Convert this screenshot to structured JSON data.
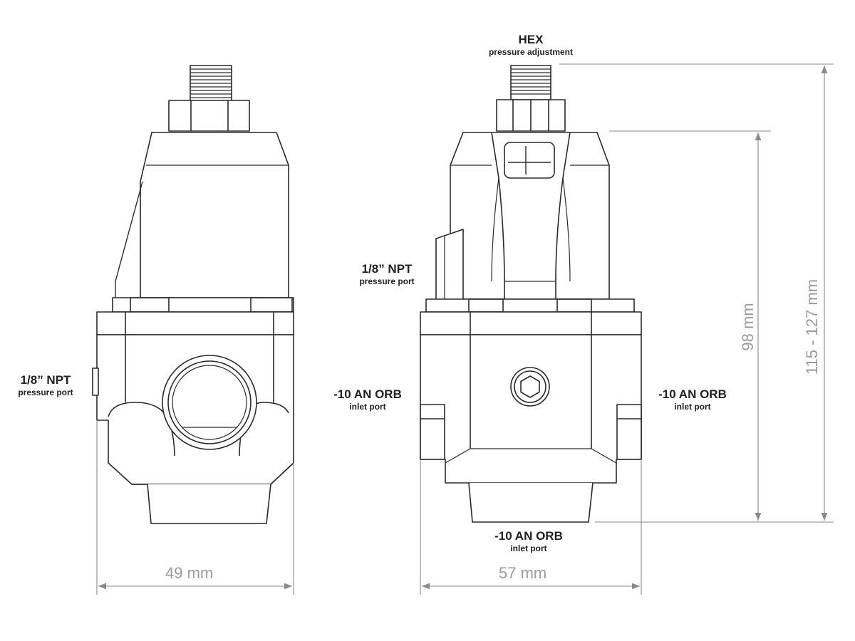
{
  "labels": {
    "hex": {
      "main": "HEX",
      "sub": "pressure adjustment"
    },
    "npt_right_view": {
      "main": "1/8” NPT",
      "sub": "pressure port"
    },
    "npt_left_view": {
      "main": "1/8” NPT",
      "sub": "pressure port"
    },
    "orb_left": {
      "main": "-10 AN ORB",
      "sub": "inlet port"
    },
    "orb_right": {
      "main": "-10 AN ORB",
      "sub": "inlet port"
    },
    "orb_bottom": {
      "main": "-10 AN ORB",
      "sub": "inlet port"
    }
  },
  "dimensions": {
    "side_width": "49 mm",
    "front_width": "57 mm",
    "body_height": "98 mm",
    "total_height": "115 - 127 mm"
  },
  "colors": {
    "line": "#2a2a2a",
    "dimension": "#9a9a9a",
    "background": "#ffffff"
  }
}
